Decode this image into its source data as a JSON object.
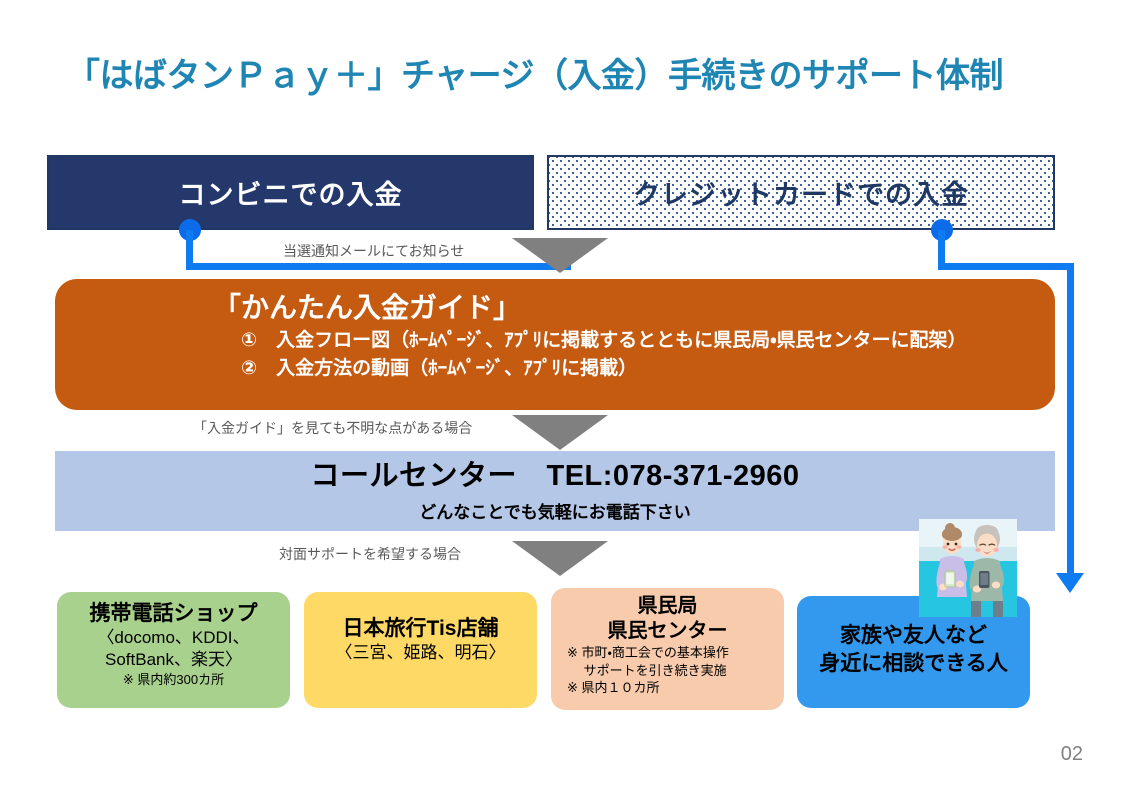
{
  "slide": {
    "title": "「はばタンＰａｙ＋」チャージ（入金）手続きのサポート体制",
    "page_number": "02",
    "colors": {
      "title_blue": "#1F86B4",
      "navy": "#24386B",
      "orange": "#C55A11",
      "light_blue": "#B4C7E7",
      "green": "#A9D18E",
      "yellow": "#FFD966",
      "peach": "#F8CBAD",
      "blue": "#3399EE",
      "connector_blue": "#0F7BF0",
      "arrow_gray": "#808080"
    }
  },
  "top_row": {
    "konbini_label": "コンビニでの入金",
    "credit_label": "クレジットカードでの入金"
  },
  "steps": {
    "note1": "当選通知メールにてお知らせ",
    "note2": "「入金ガイド」を見ても不明な点がある場合",
    "note3": "対面サポートを希望する場合"
  },
  "guide": {
    "title": "「かんたん入金ガイド」",
    "item1": "①　入金フロー図（ﾎｰﾑﾍﾟｰｼﾞ、ｱﾌﾟﾘに掲載するとともに県民局・県民センターに配架）",
    "item2": "②　入金方法の動画（ﾎｰﾑﾍﾟｰｼﾞ、ｱﾌﾟﾘに掲載）"
  },
  "call_center": {
    "main": "コールセンター　TEL:078-371-2960",
    "sub": "どんなことでも気軽にお電話下さい"
  },
  "support_options": [
    {
      "name": "mobile-shop",
      "title": "携帯電話ショップ",
      "sub1": "〈docomo、KDDI、",
      "sub2": "SoftBank、楽天〉",
      "note": "※ 県内約300カ所"
    },
    {
      "name": "nta-tis",
      "title": "日本旅行Tis店舗",
      "sub1": "〈三宮、姫路、明石〉"
    },
    {
      "name": "kenminkyoku",
      "title1": "県民局",
      "title2": "県民センター",
      "note1": "※ 市町・商工会での基本操作",
      "note2": "　 サポートを引き続き実施",
      "note3": "※ 県内１０カ所"
    },
    {
      "name": "family-friends",
      "line1": "家族や友人など",
      "line2": "身近に相談できる人"
    }
  ],
  "illustration": {
    "alt": "two-people-with-smartphones-illustration"
  }
}
